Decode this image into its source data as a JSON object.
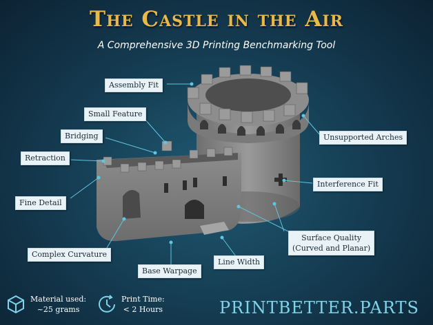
{
  "header": {
    "title": "The Castle in the Air",
    "subtitle": "A Comprehensive 3D Printing Benchmarking Tool"
  },
  "labels": {
    "assembly_fit": "Assembly Fit",
    "small_feature": "Small Feature",
    "bridging": "Bridging",
    "retraction": "Retraction",
    "fine_detail": "Fine Detail",
    "complex_curvature": "Complex Curvature",
    "base_warpage": "Base Warpage",
    "line_width": "Line Width",
    "unsupported_arches": "Unsupported Arches",
    "interference_fit": "Interference Fit",
    "surface_quality_line1": "Surface Quality",
    "surface_quality_line2": "(Curved and  Planar)"
  },
  "footer": {
    "material_label": "Material used:",
    "material_value": "~25 grams",
    "print_label": "Print Time:",
    "print_value": "< 2 Hours",
    "brand": "PRINTBETTER.PARTS"
  },
  "colors": {
    "accent_gold": "#e8b94a",
    "brand_cyan": "#7fd3ea",
    "label_bg": "#e9f2f6"
  }
}
